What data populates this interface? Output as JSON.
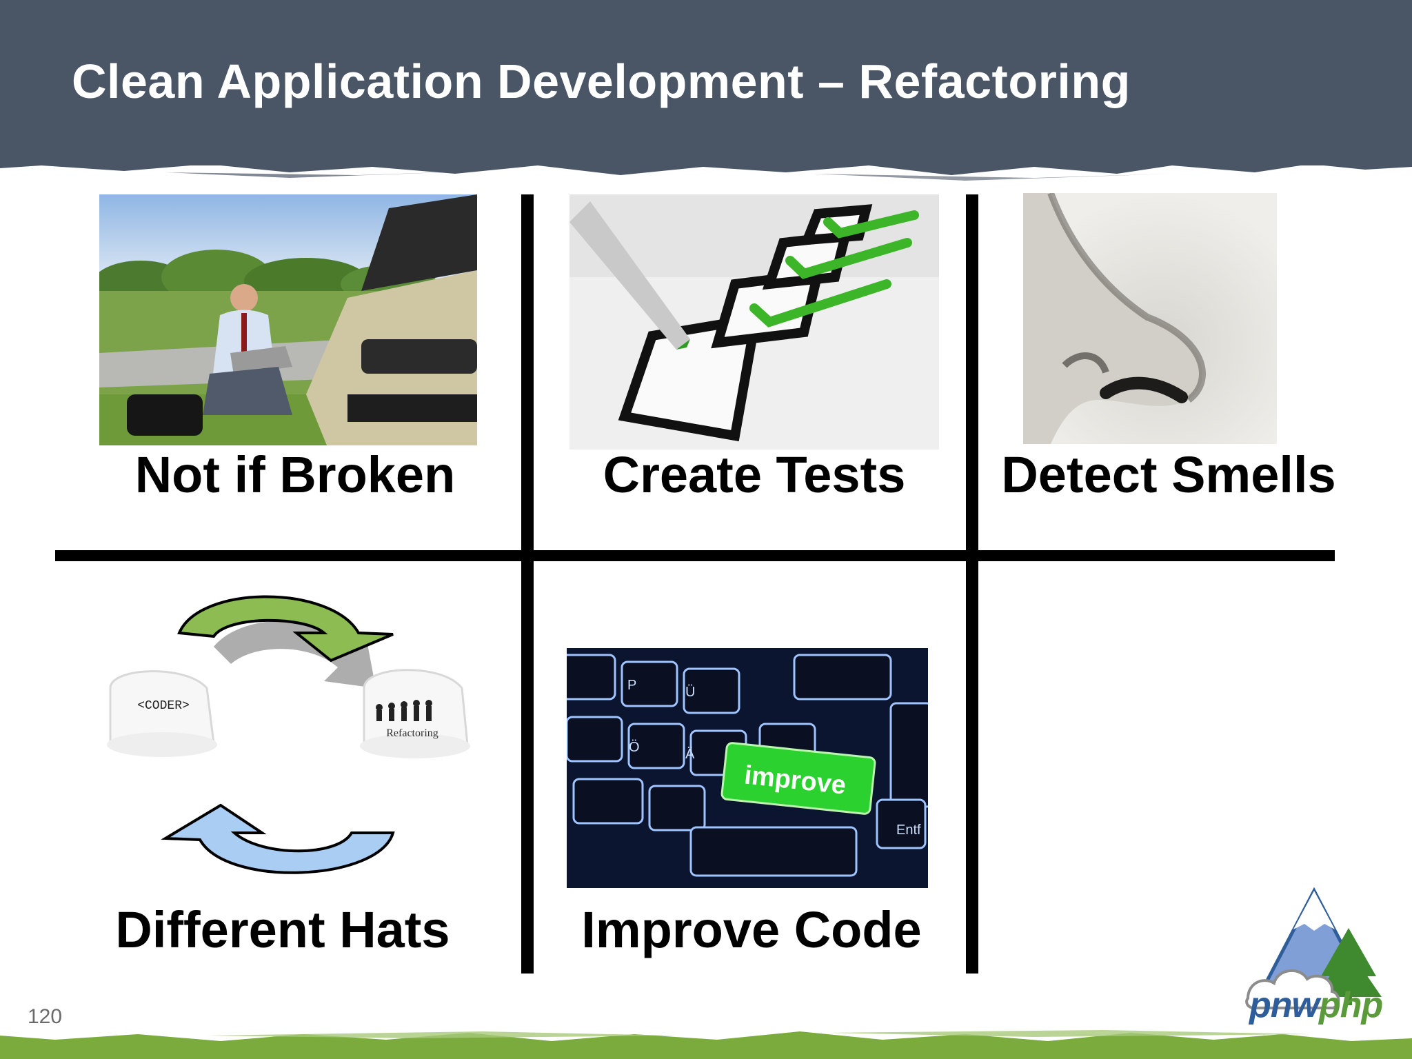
{
  "slide": {
    "title": "Clean Application Development – Refactoring",
    "page_number": "120"
  },
  "cells": [
    {
      "caption": "Not if Broken",
      "image": "man-with-laptop-by-broken-car"
    },
    {
      "caption": "Create Tests",
      "image": "checklist-with-pen"
    },
    {
      "caption": "Detect Smells",
      "image": "nose"
    },
    {
      "caption": "Different Hats",
      "image": "coder-and-refactoring-hats-cycle"
    },
    {
      "caption": "Improve Code",
      "image": "keyboard-improve-key"
    }
  ],
  "hat_labels": {
    "coder": "<CODER>",
    "refactoring": "Refactoring"
  },
  "keyboard_key_label": "improve",
  "logo": {
    "part1": "pnw",
    "part2": "php"
  },
  "colors": {
    "header": "#4a5566",
    "footer_green": "#7aab3c",
    "grid": "#000000"
  }
}
